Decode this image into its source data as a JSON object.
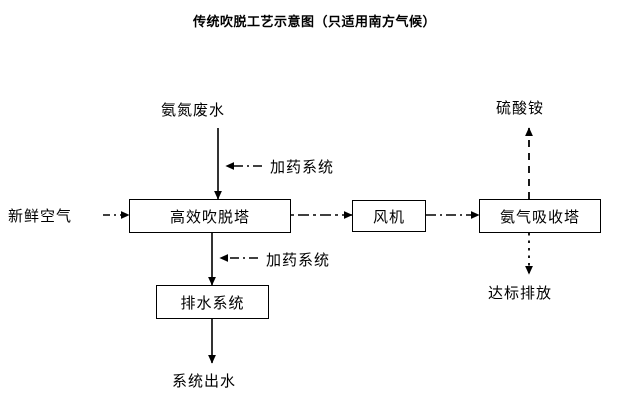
{
  "title": "传统吹脱工艺示意图（只适用南方气候）",
  "nodes": [
    {
      "key": "stripping_tower",
      "label": "高效吹脱塔"
    },
    {
      "key": "blower",
      "label": "风机"
    },
    {
      "key": "absorption_tower",
      "label": "氨气吸收塔"
    },
    {
      "key": "drainage_system",
      "label": "排水系统"
    }
  ],
  "labels": [
    {
      "key": "influent",
      "label": "氨氮废水"
    },
    {
      "key": "fresh_air",
      "label": "新鲜空气"
    },
    {
      "key": "dosing_upper",
      "label": "加药系统"
    },
    {
      "key": "dosing_lower",
      "label": "加药系统"
    },
    {
      "key": "ammonium_sulfate",
      "label": "硫酸铵"
    },
    {
      "key": "compliant_discharge",
      "label": "达标排放"
    },
    {
      "key": "system_effluent",
      "label": "系统出水"
    }
  ],
  "colors": {
    "stroke": "#000000",
    "background": "#ffffff",
    "text": "#000000"
  },
  "flows": [
    {
      "key": "influent-to-tower",
      "style": "solid",
      "direction": "down"
    },
    {
      "key": "dosing-upper-to-influent",
      "style": "dash-dot",
      "direction": "left"
    },
    {
      "key": "fresh-air-to-tower",
      "style": "dash-dot",
      "direction": "right"
    },
    {
      "key": "tower-to-blower",
      "style": "dash-dot",
      "direction": "right"
    },
    {
      "key": "blower-to-absorber",
      "style": "dash-dot",
      "direction": "right"
    },
    {
      "key": "tower-to-drainage",
      "style": "solid",
      "direction": "down"
    },
    {
      "key": "dosing-lower-to-drainage-line",
      "style": "dash-dot",
      "direction": "left"
    },
    {
      "key": "drainage-to-effluent",
      "style": "solid",
      "direction": "down"
    },
    {
      "key": "absorber-to-ammonium-sulfate",
      "style": "dashed",
      "direction": "up"
    },
    {
      "key": "absorber-to-discharge",
      "style": "dotted",
      "direction": "down"
    }
  ]
}
